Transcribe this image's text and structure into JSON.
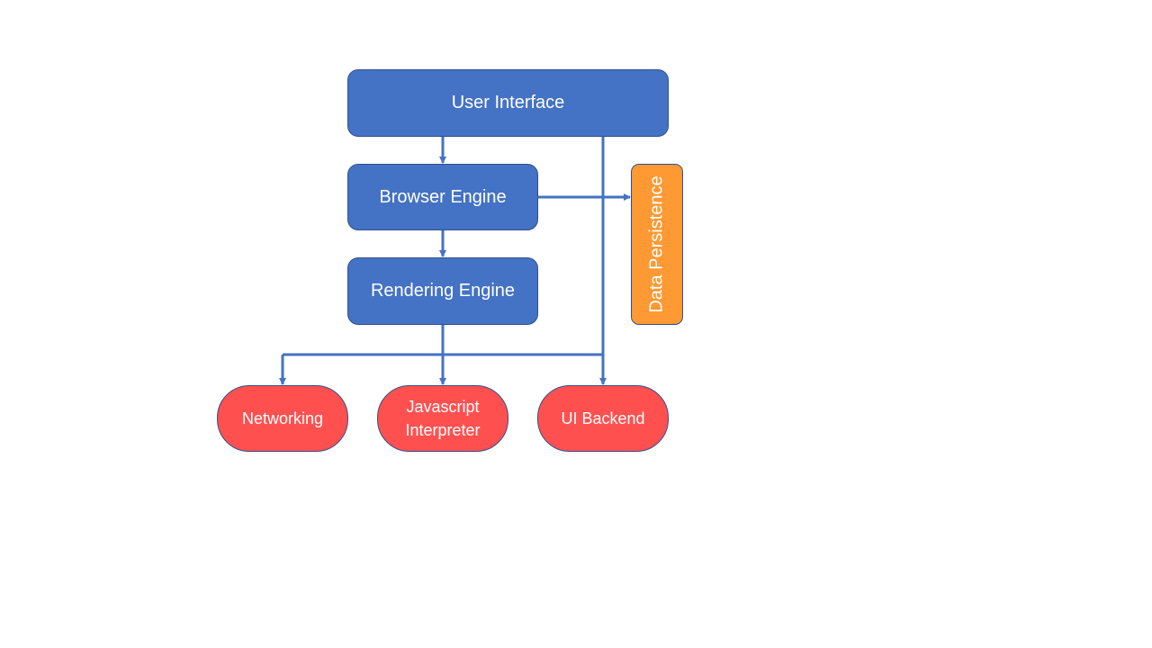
{
  "diagram": {
    "nodes": {
      "user_interface": "User Interface",
      "browser_engine": "Browser Engine",
      "rendering_engine": "Rendering Engine",
      "data_persistence": "Data Persistence",
      "networking": "Networking",
      "javascript_interpreter": "Javascript\nInterpreter",
      "ui_backend": "UI Backend"
    },
    "edges": [
      {
        "from": "User Interface",
        "to": "Browser Engine"
      },
      {
        "from": "Browser Engine",
        "to": "Rendering Engine"
      },
      {
        "from": "Browser Engine",
        "to": "Data Persistence"
      },
      {
        "from": "User Interface",
        "to": "UI Backend"
      },
      {
        "from": "Rendering Engine",
        "to": "Networking"
      },
      {
        "from": "Rendering Engine",
        "to": "Javascript Interpreter"
      },
      {
        "from": "Rendering Engine",
        "to": "UI Backend"
      }
    ],
    "colors": {
      "core_box": "#4472c4",
      "backend_pill": "#ff5050",
      "storage_box": "#ff9933",
      "connector": "#4472c4",
      "border": "#2f528f"
    }
  }
}
